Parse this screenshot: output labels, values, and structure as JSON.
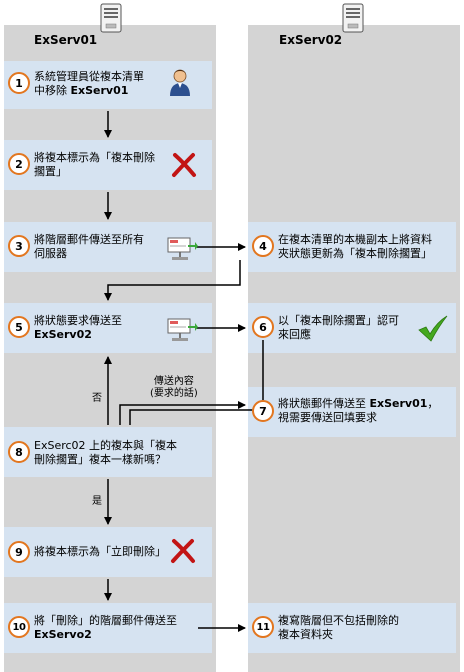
{
  "lanes": {
    "left_title": "ExServ01",
    "right_title": "ExServ02"
  },
  "steps": [
    {
      "num": "1",
      "line1": "系統管理員從複本清單",
      "line2a": "中移除 ",
      "line2b": "ExServ01"
    },
    {
      "num": "2",
      "line1": "將複本標示為「複本刪除",
      "line2": "擱置」"
    },
    {
      "num": "3",
      "line1": "將階層郵件傳送至所有",
      "line2": "伺服器"
    },
    {
      "num": "4",
      "line1": "在複本清單的本機副本上將資料",
      "line2": "夾狀態更新為「複本刪除擱置」"
    },
    {
      "num": "5",
      "line1": "將狀態要求傳送至",
      "line2": "ExServ02"
    },
    {
      "num": "6",
      "line1": "以「複本刪除擱置」認可",
      "line2": "來回應"
    },
    {
      "num": "7",
      "line1a": "將狀態郵件傳送至 ",
      "line1b": "ExServ01",
      "line1c": "，",
      "line2": "視需要傳送回填要求"
    },
    {
      "num": "8",
      "line1": "ExSerc02 上的複本與「複本",
      "line2": "刪除擱置」複本一樣新嗎？"
    },
    {
      "num": "9",
      "line1": "將複本標示為「立即刪除」"
    },
    {
      "num": "10",
      "line1": "將「刪除」的階層郵件傳送至",
      "line2": "ExServo2"
    },
    {
      "num": "11",
      "line1": "複寫階層但不包括刪除的",
      "line2": "複本資料夾"
    }
  ],
  "labels": {
    "no": "否",
    "yes": "是",
    "backfill_line1": "傳送內容",
    "backfill_line2": "(要求的話)"
  },
  "icons": [
    "server-icon",
    "admin-user-icon",
    "red-x-icon",
    "mail-send-icon",
    "green-check-icon"
  ]
}
